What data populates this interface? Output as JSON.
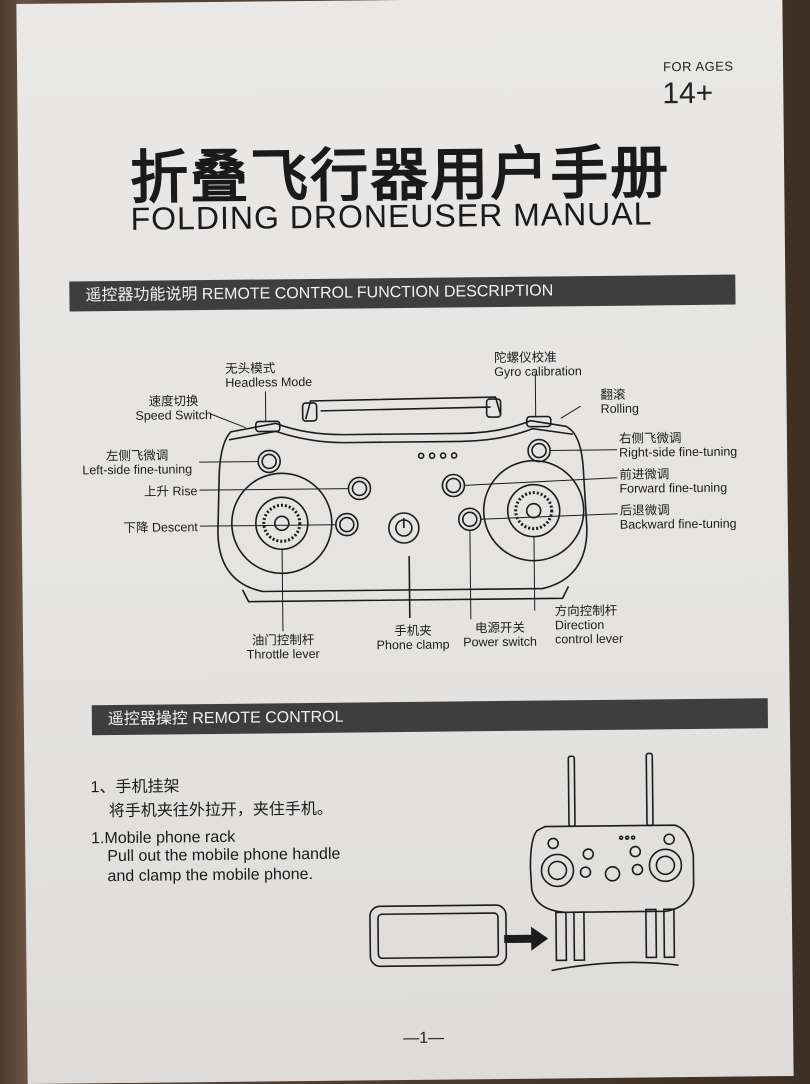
{
  "header": {
    "age_label": "FOR AGES",
    "age_value": "14+",
    "title_cn": "折叠飞行器用户手册",
    "title_en": "FOLDING  DRONEUSER MANUAL"
  },
  "section1": {
    "banner": "遥控器功能说明  REMOTE CONTROL FUNCTION DESCRIPTION",
    "labels": {
      "headless_cn": "无头模式",
      "headless_en": "Headless Mode",
      "speed_cn": "速度切换",
      "speed_en": "Speed Switch",
      "left_tune_cn": "左侧飞微调",
      "left_tune_en": "Left-side fine-tuning",
      "rise": "上升 Rise",
      "descent": "下降  Descent",
      "throttle_cn": "油门控制杆",
      "throttle_en": "Throttle lever",
      "clamp_cn": "手机夹",
      "clamp_en": "Phone clamp",
      "power_cn": "电源开关",
      "power_en": "Power switch",
      "direction_cn": "方向控制杆",
      "direction_en1": "Direction",
      "direction_en2": "control lever",
      "gyro_cn": "陀螺仪校准",
      "gyro_en": "Gyro calibration",
      "rolling_cn": "翻滚",
      "rolling_en": "Rolling",
      "right_tune_cn": "右侧飞微调",
      "right_tune_en": "Right-side fine-tuning",
      "forward_cn": "前进微调",
      "forward_en": "Forward fine-tuning",
      "backward_cn": "后退微调",
      "backward_en": "Backward fine-tuning"
    }
  },
  "section2": {
    "banner": "遥控器操控  REMOTE CONTROL",
    "step1_cn_title": "1、手机挂架",
    "step1_cn_body": "将手机夹往外拉开，夹住手机。",
    "step1_en_title": "1.Mobile phone rack",
    "step1_en_body1": "Pull out the mobile phone handle",
    "step1_en_body2": "and clamp the mobile phone."
  },
  "footer": {
    "page": "—1—"
  }
}
